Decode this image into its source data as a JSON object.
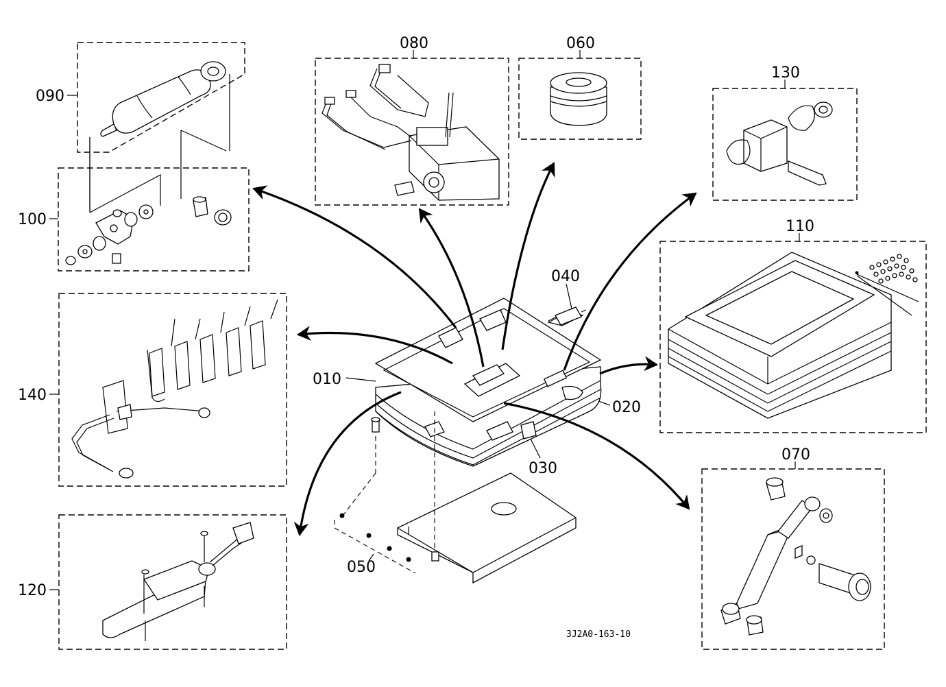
{
  "drawing_number": "3J2A0-163-10",
  "callouts": {
    "c010": "010",
    "c020": "020",
    "c030": "030",
    "c040": "040",
    "c050": "050",
    "c060": "060",
    "c070": "070",
    "c080": "080",
    "c090": "090",
    "c100": "100",
    "c110": "110",
    "c120": "120",
    "c130": "130",
    "c140": "140"
  }
}
